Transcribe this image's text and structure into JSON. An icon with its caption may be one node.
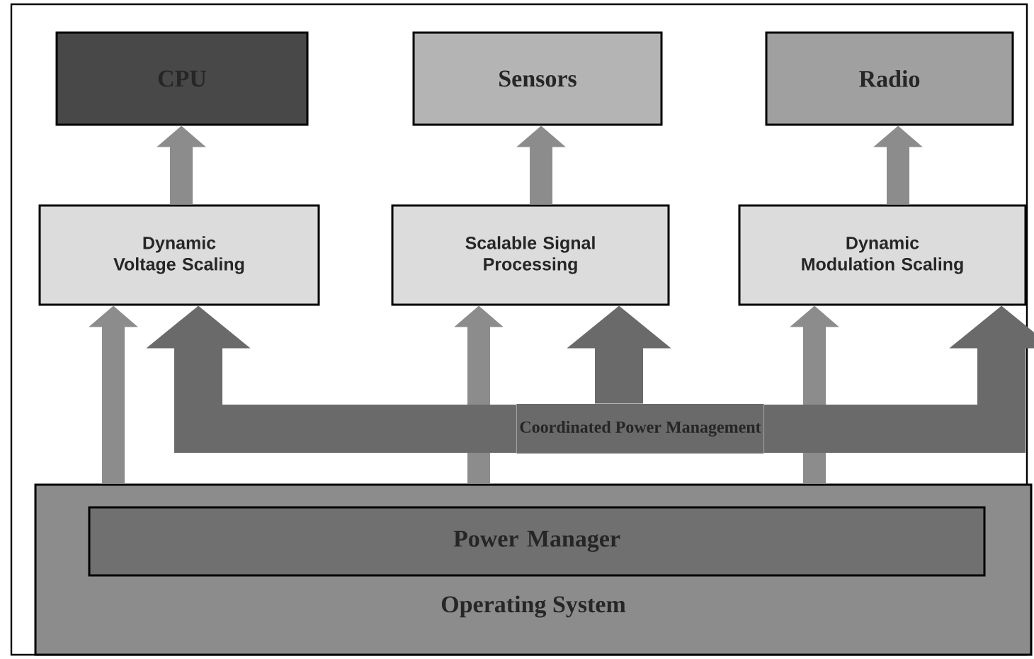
{
  "diagram": {
    "nodes": [
      {
        "text": [
          "CPU"
        ]
      },
      {
        "text": [
          "Sensors"
        ]
      },
      {
        "text": [
          "Radio"
        ]
      },
      {
        "text": [
          "Dynamic Voltage Scaling"
        ]
      },
      {
        "text": [
          "Scalable Signal Processing"
        ]
      },
      {
        "text": [
          "Dynamic Modulation Scaling"
        ]
      },
      {
        "text": [
          "Operating System"
        ]
      },
      {
        "text": [
          "Power Manager"
        ],
        "in": 6
      },
      {
        "text": [
          "Coordinated Power Management"
        ]
      }
    ],
    "edges": [
      {
        "from": 3,
        "to": 0,
        "arrow": "to"
      },
      {
        "from": 4,
        "to": 1,
        "arrow": "to"
      },
      {
        "from": 5,
        "to": 2,
        "arrow": "to"
      },
      {
        "from": 6,
        "to": 3,
        "arrow": "to"
      },
      {
        "from": 6,
        "to": 4,
        "arrow": "to"
      },
      {
        "from": 6,
        "to": 5,
        "arrow": "to"
      },
      {
        "from": 8,
        "to": 3,
        "arrow": "to",
        "style": "thick",
        "color": "#6a6a6a"
      },
      {
        "from": 8,
        "to": 4,
        "arrow": "to",
        "style": "thick",
        "color": "#6a6a6a"
      },
      {
        "from": 8,
        "to": 5,
        "arrow": "to",
        "style": "thick",
        "color": "#6a6a6a"
      }
    ]
  }
}
